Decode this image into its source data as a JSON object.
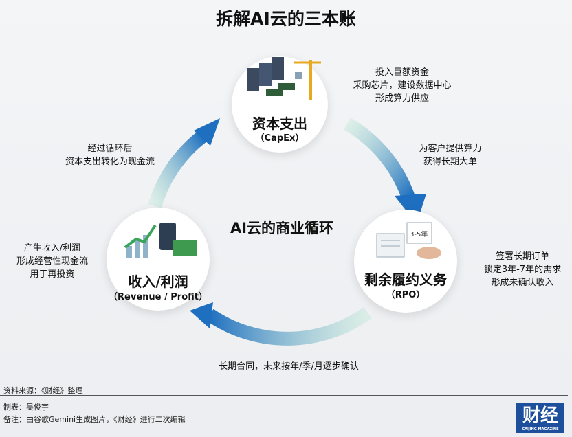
{
  "title": "拆解AI云的三本账",
  "center_label": "AI云的商业循环",
  "nodes": {
    "capex": {
      "title": "资本支出",
      "subtitle": "（CapEx）"
    },
    "rpo": {
      "title": "剩余履约义务",
      "subtitle": "（RPO）"
    },
    "revenue": {
      "title": "收入/利润",
      "subtitle": "（Revenue / Profit）"
    }
  },
  "notes": {
    "capex": [
      "投入巨额资金",
      "采购芯片，建设数据中心",
      "形成算力供应"
    ],
    "capex_to_rpo": [
      "为客户提供算力",
      "获得长期大单"
    ],
    "rpo": [
      "签署长期订单",
      "锁定3年-7年的需求",
      "形成未确认收入"
    ],
    "rpo_to_revenue": [
      "长期合同，未来按年/季/月逐步确认"
    ],
    "revenue": [
      "产生收入/利润",
      "形成经营性现金流",
      "用于再投资"
    ],
    "revenue_to_capex": [
      "经过循环后",
      "资本支出转化为现金流"
    ]
  },
  "footer": {
    "source": "资料来源：《财经》整理",
    "author": "制表：吴俊宇",
    "remark": "备注：由谷歌Gemini生成图片，《财经》进行二次编辑"
  },
  "logo": {
    "text": "财经",
    "sub": "CAIJING MAGAZINE"
  },
  "colors": {
    "arrow_start": "#8fd9b6",
    "arrow_end": "#1e6fc0",
    "logo_bg": "#1d4f9c"
  }
}
